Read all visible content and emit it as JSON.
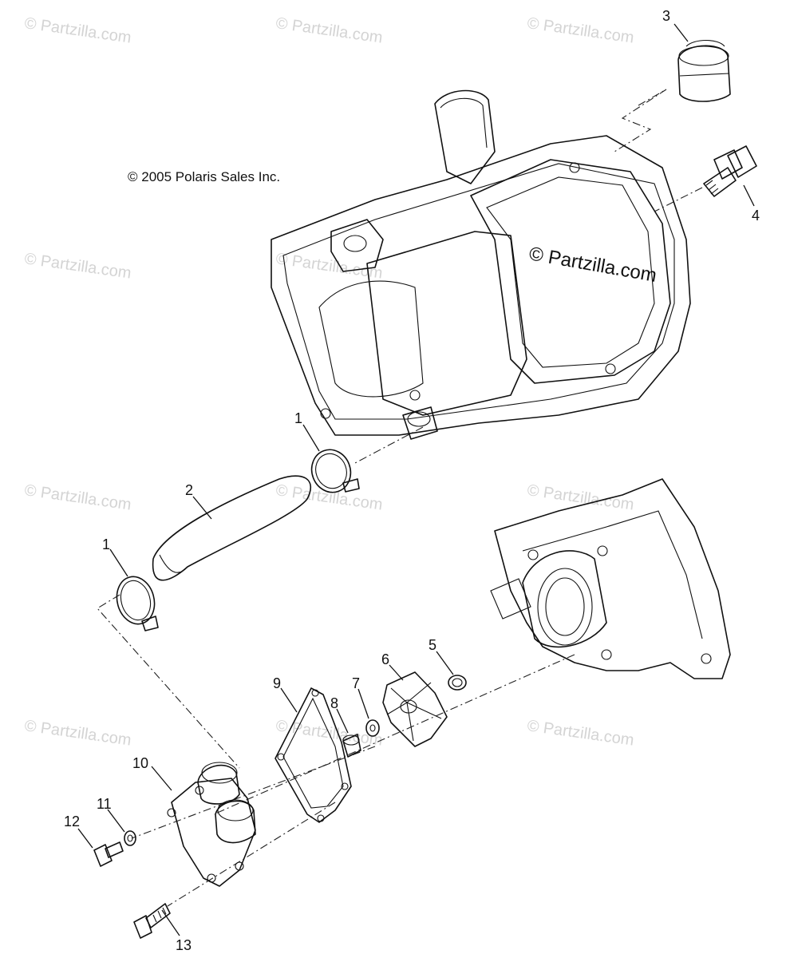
{
  "copyright": "© 2005 Polaris Sales Inc.",
  "watermark": "© Partzilla.com",
  "watermark_main": "© Partzilla.com",
  "callouts": {
    "c1a": "1",
    "c1b": "1",
    "c2": "2",
    "c3": "3",
    "c4": "4",
    "c5": "5",
    "c6": "6",
    "c7": "7",
    "c8": "8",
    "c9": "9",
    "c10": "10",
    "c11": "11",
    "c12": "12",
    "c13": "13"
  }
}
